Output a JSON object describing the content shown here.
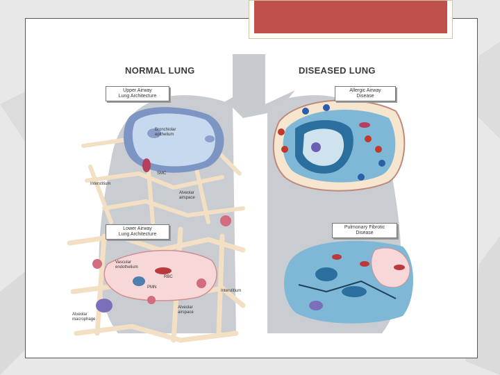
{
  "headings": {
    "normal": "NORMAL LUNG",
    "diseased": "DISEASED LUNG"
  },
  "callouts": {
    "upper_airway": "Upper Airway\nLung Architecture",
    "lower_airway": "Lower Airway\nLung Architecture",
    "allergic": "Allergic Airway\nDisease",
    "fibrotic": "Pulmonary Fibrotic\nDisease"
  },
  "labels": {
    "bronchiolar": "Bronchiolar\nepithelium",
    "interstitium_upper": "Interstitium",
    "sme": "SMC",
    "alveolar_upper": "Alveolar\nairspace",
    "vascular": "Vascular\nendothelium",
    "rbc": "RBC",
    "pmn": "PMN",
    "interstitium_lower": "Interstitium",
    "alveolar_lower": "Alveolar\nairspace",
    "macrophage": "Alveolar\nmacrophage"
  },
  "colors": {
    "accent": "#c0504d",
    "tissue": "#f6e6cf",
    "lung": "#c9cdd2"
  }
}
